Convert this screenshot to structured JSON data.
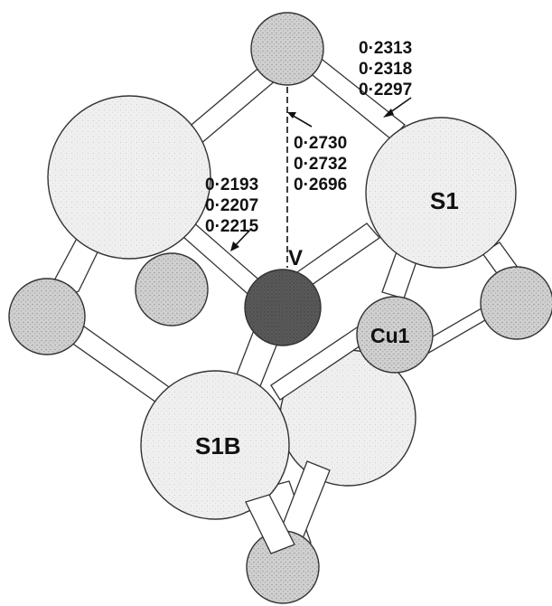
{
  "atom_labels": {
    "s1": "S1",
    "s1b": "S1B",
    "v": "V",
    "cu1": "Cu1"
  },
  "distances": {
    "top_right": [
      "0·2313",
      "0·2318",
      "0·2297"
    ],
    "middle": [
      "0·2730",
      "0·2732",
      "0·2696"
    ],
    "left": [
      "0·2193",
      "0·2207",
      "0·2215"
    ]
  },
  "colors": {
    "sulfur": "#ebebeb",
    "copper": "#c9c9c9",
    "vanadium": "#555555",
    "outline": "#333333"
  }
}
